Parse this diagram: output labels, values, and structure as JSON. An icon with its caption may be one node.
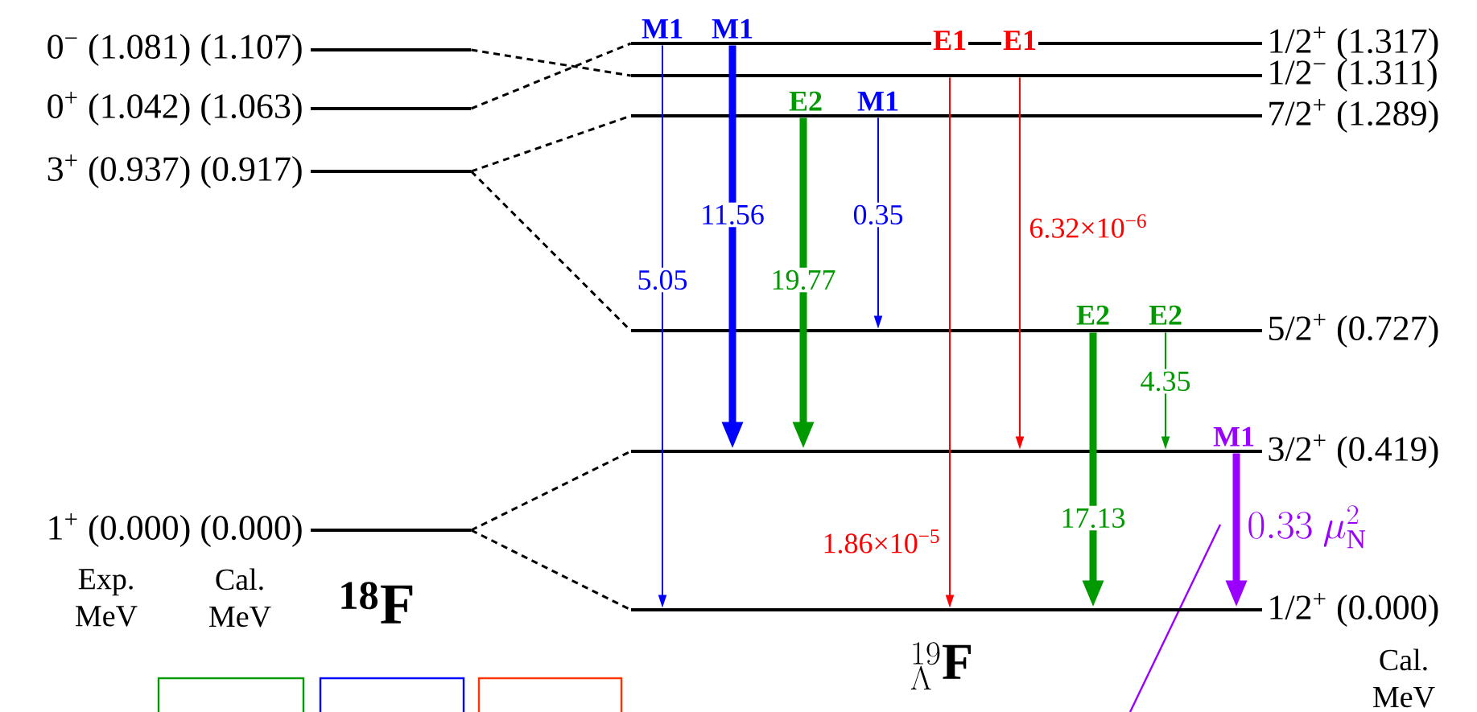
{
  "diagram": {
    "nodes": [
      {
        "text": [
          "0$^{−}$ (1.081) (1.107)"
        ]
      },
      {
        "text": [
          "0$^{+}$ (1.042) (1.063)"
        ]
      },
      {
        "text": [
          "3$^{+}$ (0.937) (0.917)"
        ]
      },
      {
        "text": [
          "1$^{+}$ (0.000) (0.000)"
        ]
      },
      {
        "text": [
          "1/2$^{+}$ (1.317)"
        ]
      },
      {
        "text": [
          "1/2$^{−}$ (1.311)"
        ]
      },
      {
        "text": [
          "7/2$^{+}$ (1.289)"
        ]
      },
      {
        "text": [
          "5/2$^{+}$ (0.727)"
        ]
      },
      {
        "text": [
          "3/2$^{+}$ (0.419)"
        ]
      },
      {
        "text": [
          "1/2$^{+}$ (0.000)"
        ]
      },
      {
        "text": [],
        "shape": "box"
      },
      {
        "text": [],
        "shape": "box"
      },
      {
        "text": [],
        "shape": "box"
      }
    ],
    "edges": [
      {
        "from": 0,
        "to": 5,
        "arrow": "none",
        "style": "dashed"
      },
      {
        "from": 1,
        "to": 4,
        "arrow": "none",
        "style": "dashed"
      },
      {
        "from": 2,
        "to": 6,
        "arrow": "none",
        "style": "dashed"
      },
      {
        "from": 2,
        "to": 7,
        "arrow": "none",
        "style": "dashed"
      },
      {
        "from": 3,
        "to": 8,
        "arrow": "none",
        "style": "dashed"
      },
      {
        "from": 3,
        "to": 9,
        "arrow": "none",
        "style": "dashed"
      },
      {
        "from": 4,
        "to": 9,
        "arrow": "to",
        "label": "5.05",
        "color": "#0000ff"
      },
      {
        "from": 4,
        "to": 8,
        "arrow": "to",
        "label": "11.56",
        "style": "thick",
        "color": "#0000ff"
      },
      {
        "from": 6,
        "to": 8,
        "arrow": "to",
        "label": "19.77",
        "style": "thick",
        "color": "#009900"
      },
      {
        "from": 6,
        "to": 7,
        "arrow": "to",
        "label": "0.35",
        "color": "#0000ff"
      },
      {
        "from": 5,
        "to": 9,
        "arrow": "to",
        "label": "1.86×10$^{−5}$",
        "color": "#ff0000"
      },
      {
        "from": 5,
        "to": 8,
        "arrow": "to",
        "label": "6.32×10$^{−6}$",
        "color": "#ff0000"
      },
      {
        "from": 7,
        "to": 9,
        "arrow": "to",
        "label": "17.13",
        "style": "thick",
        "color": "#009900"
      },
      {
        "from": 7,
        "to": 8,
        "arrow": "to",
        "label": "4.35",
        "color": "#009900"
      },
      {
        "from": 8,
        "to": 9,
        "arrow": "to",
        "label": "0.33\\ \\mu^{2}_{\\mathrm{N}}",
        "style": "thick",
        "color": "#9900ff"
      }
    ],
    "labels": [
      "M1",
      "M1",
      "E2",
      "M1",
      "E1",
      "E1",
      "E2",
      "E2",
      "M1",
      "Exp. MeV",
      "Cal. MeV",
      "$^{18}$F",
      "^{19}_{\\Lambda}\\mathbf{F}",
      "Cal. MeV"
    ]
  }
}
